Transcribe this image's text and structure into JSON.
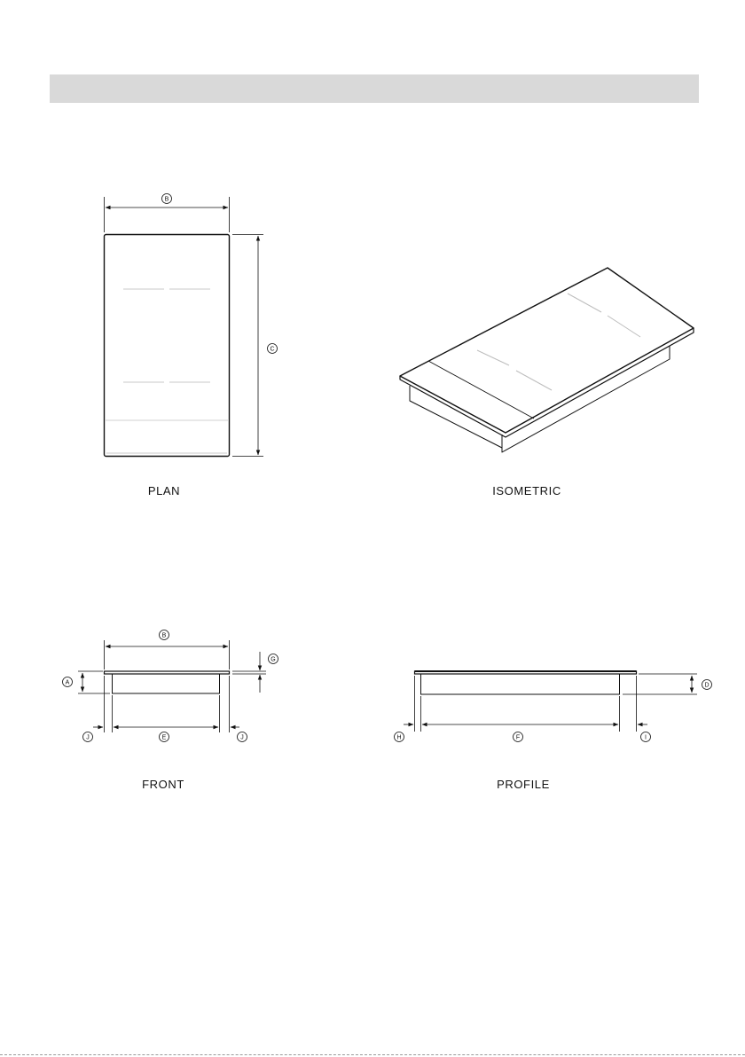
{
  "views": {
    "plan": "PLAN",
    "isometric": "ISOMETRIC",
    "front": "FRONT",
    "profile": "PROFILE"
  },
  "dimensions": {
    "a": "A",
    "b": "B",
    "c": "C",
    "d": "D",
    "e": "E",
    "f": "F",
    "g": "G",
    "h": "H",
    "i": "I",
    "j": "J"
  }
}
